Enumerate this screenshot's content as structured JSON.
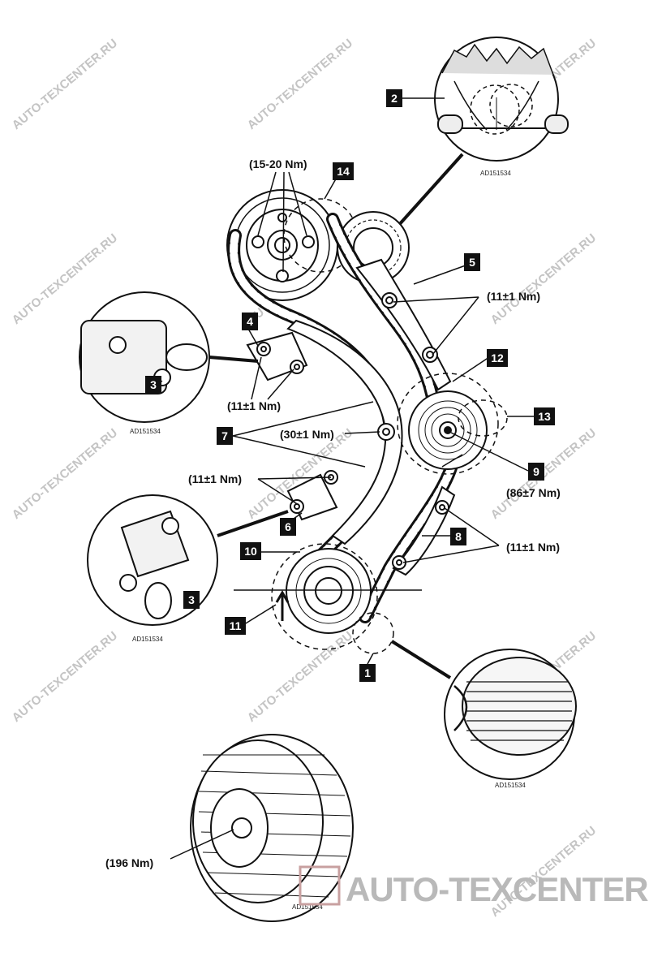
{
  "watermark": "AUTO-TEXCENTER.RU",
  "brand_logo_text": "AUTO-TEXCENTER.RU",
  "figure_ref": "AD151534",
  "callouts": [
    "1",
    "2",
    "3",
    "4",
    "5",
    "6",
    "7",
    "8",
    "9",
    "10",
    "11",
    "12",
    "13",
    "14"
  ],
  "torques": {
    "camshaft": "(15-20 Nm)",
    "upper_tensioner": "(11±1 Nm)",
    "right_guide": "(11±1 Nm)",
    "guide_pivot": "(30±1 Nm)",
    "lower_tensioner": "(11±1 Nm)",
    "injection_pump": "(86±7 Nm)",
    "lower_guide": "(11±1 Nm)",
    "damper": "(196 Nm)"
  }
}
